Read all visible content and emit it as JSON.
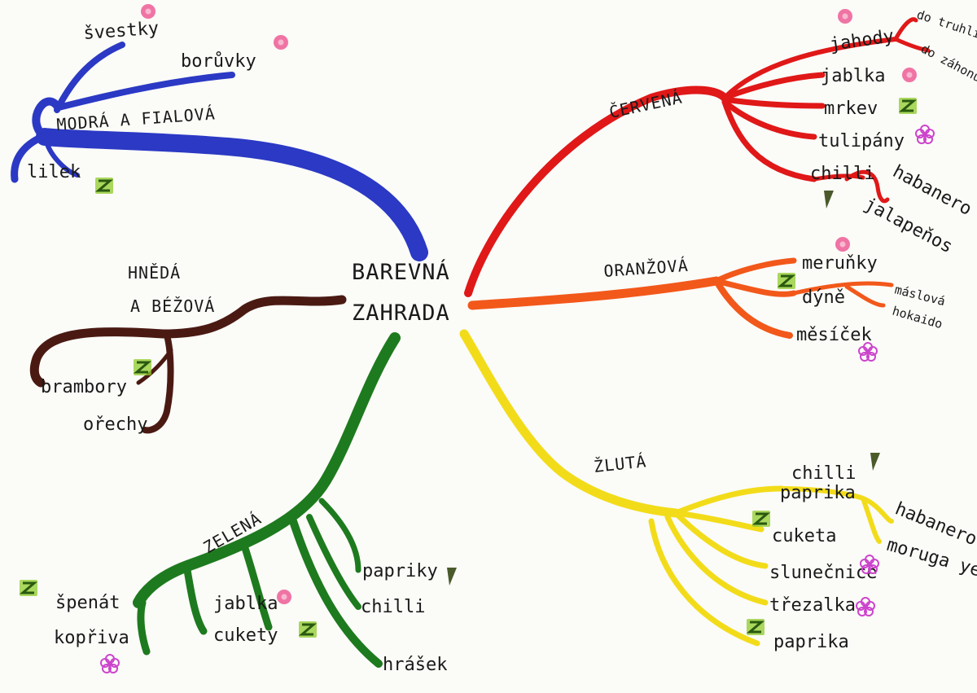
{
  "center": {
    "line1": "BAREVNÁ",
    "line2": "ZAHRADA"
  },
  "colors": {
    "blue": "#2b39c4",
    "brown": "#4a1a12",
    "green": "#1e7a1e",
    "red": "#e01818",
    "orange": "#f2581a",
    "yellow": "#f2dc1a",
    "icon_pink": "#ec5c95",
    "icon_green": "#8fcb2a",
    "icon_flower": "#cc44cc",
    "icon_pepper": "#4a5a2a"
  },
  "branches": {
    "blue": {
      "label": "MODRÁ A FIALOVÁ",
      "items": [
        "švestky",
        "borůvky",
        "lilek"
      ]
    },
    "brown": {
      "label_line1": "HNĚDÁ",
      "label_line2": "A BÉŽOVÁ",
      "items": [
        "brambory",
        "ořechy"
      ]
    },
    "green": {
      "label": "ZELENÁ",
      "items": [
        "špenát",
        "kopřiva",
        "jablka",
        "cukety",
        "papriky",
        "chilli",
        "hrášek"
      ]
    },
    "red": {
      "label": "ČERVENÁ",
      "items": [
        "jahody",
        "do truhlíku",
        "do záhonu",
        "jablka",
        "mrkev",
        "tulipány",
        "chilli",
        "habanero",
        "jalapeňos"
      ]
    },
    "orange": {
      "label": "ORANŽOVÁ",
      "items": [
        "meruňky",
        "dýně",
        "máslová",
        "hokaido",
        "měsíček"
      ]
    },
    "yellow": {
      "label": "ŽLUTÁ",
      "items": [
        "chilli",
        "paprika",
        "habanero",
        "moruga yellow",
        "cuketa",
        "slunečnice",
        "třezalka",
        "paprika"
      ]
    }
  },
  "icons": {
    "z_letter": "Z"
  }
}
